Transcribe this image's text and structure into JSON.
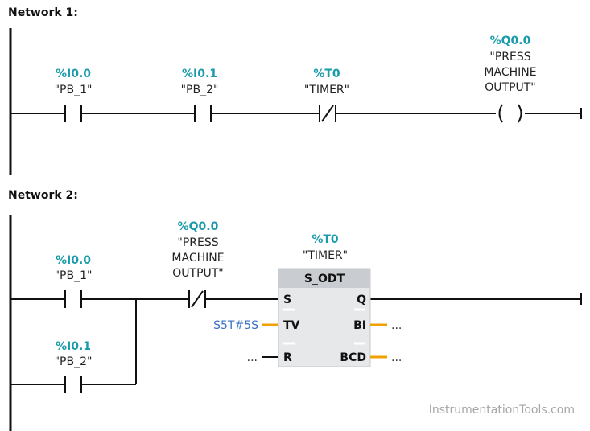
{
  "network1": {
    "title": "Network 1:",
    "contact1": {
      "address": "%I0.0",
      "symbol": "\"PB_1\""
    },
    "contact2": {
      "address": "%I0.1",
      "symbol": "\"PB_2\""
    },
    "contact3": {
      "address": "%T0",
      "symbol": "\"TIMER\""
    },
    "coil": {
      "address": "%Q0.0",
      "symbol_line1": "\"PRESS",
      "symbol_line2": "MACHINE",
      "symbol_line3": "OUTPUT\""
    }
  },
  "network2": {
    "title": "Network 2:",
    "contact1": {
      "address": "%I0.0",
      "symbol": "\"PB_1\""
    },
    "contact2": {
      "address": "%I0.1",
      "symbol": "\"PB_2\""
    },
    "contact3": {
      "address": "%Q0.0",
      "symbol_line1": "\"PRESS",
      "symbol_line2": "MACHINE",
      "symbol_line3": "OUTPUT\""
    },
    "timer": {
      "address": "%T0",
      "symbol": "\"TIMER\"",
      "block_name": "S_ODT",
      "pin_s": "S",
      "pin_tv": "TV",
      "pin_r": "R",
      "pin_q": "Q",
      "pin_bi": "BI",
      "pin_bcd": "BCD",
      "tv_value": "S5T#5S",
      "bi_value": "...",
      "bcd_value": "...",
      "r_value": "..."
    }
  },
  "watermark": "InstrumentationTools.com"
}
